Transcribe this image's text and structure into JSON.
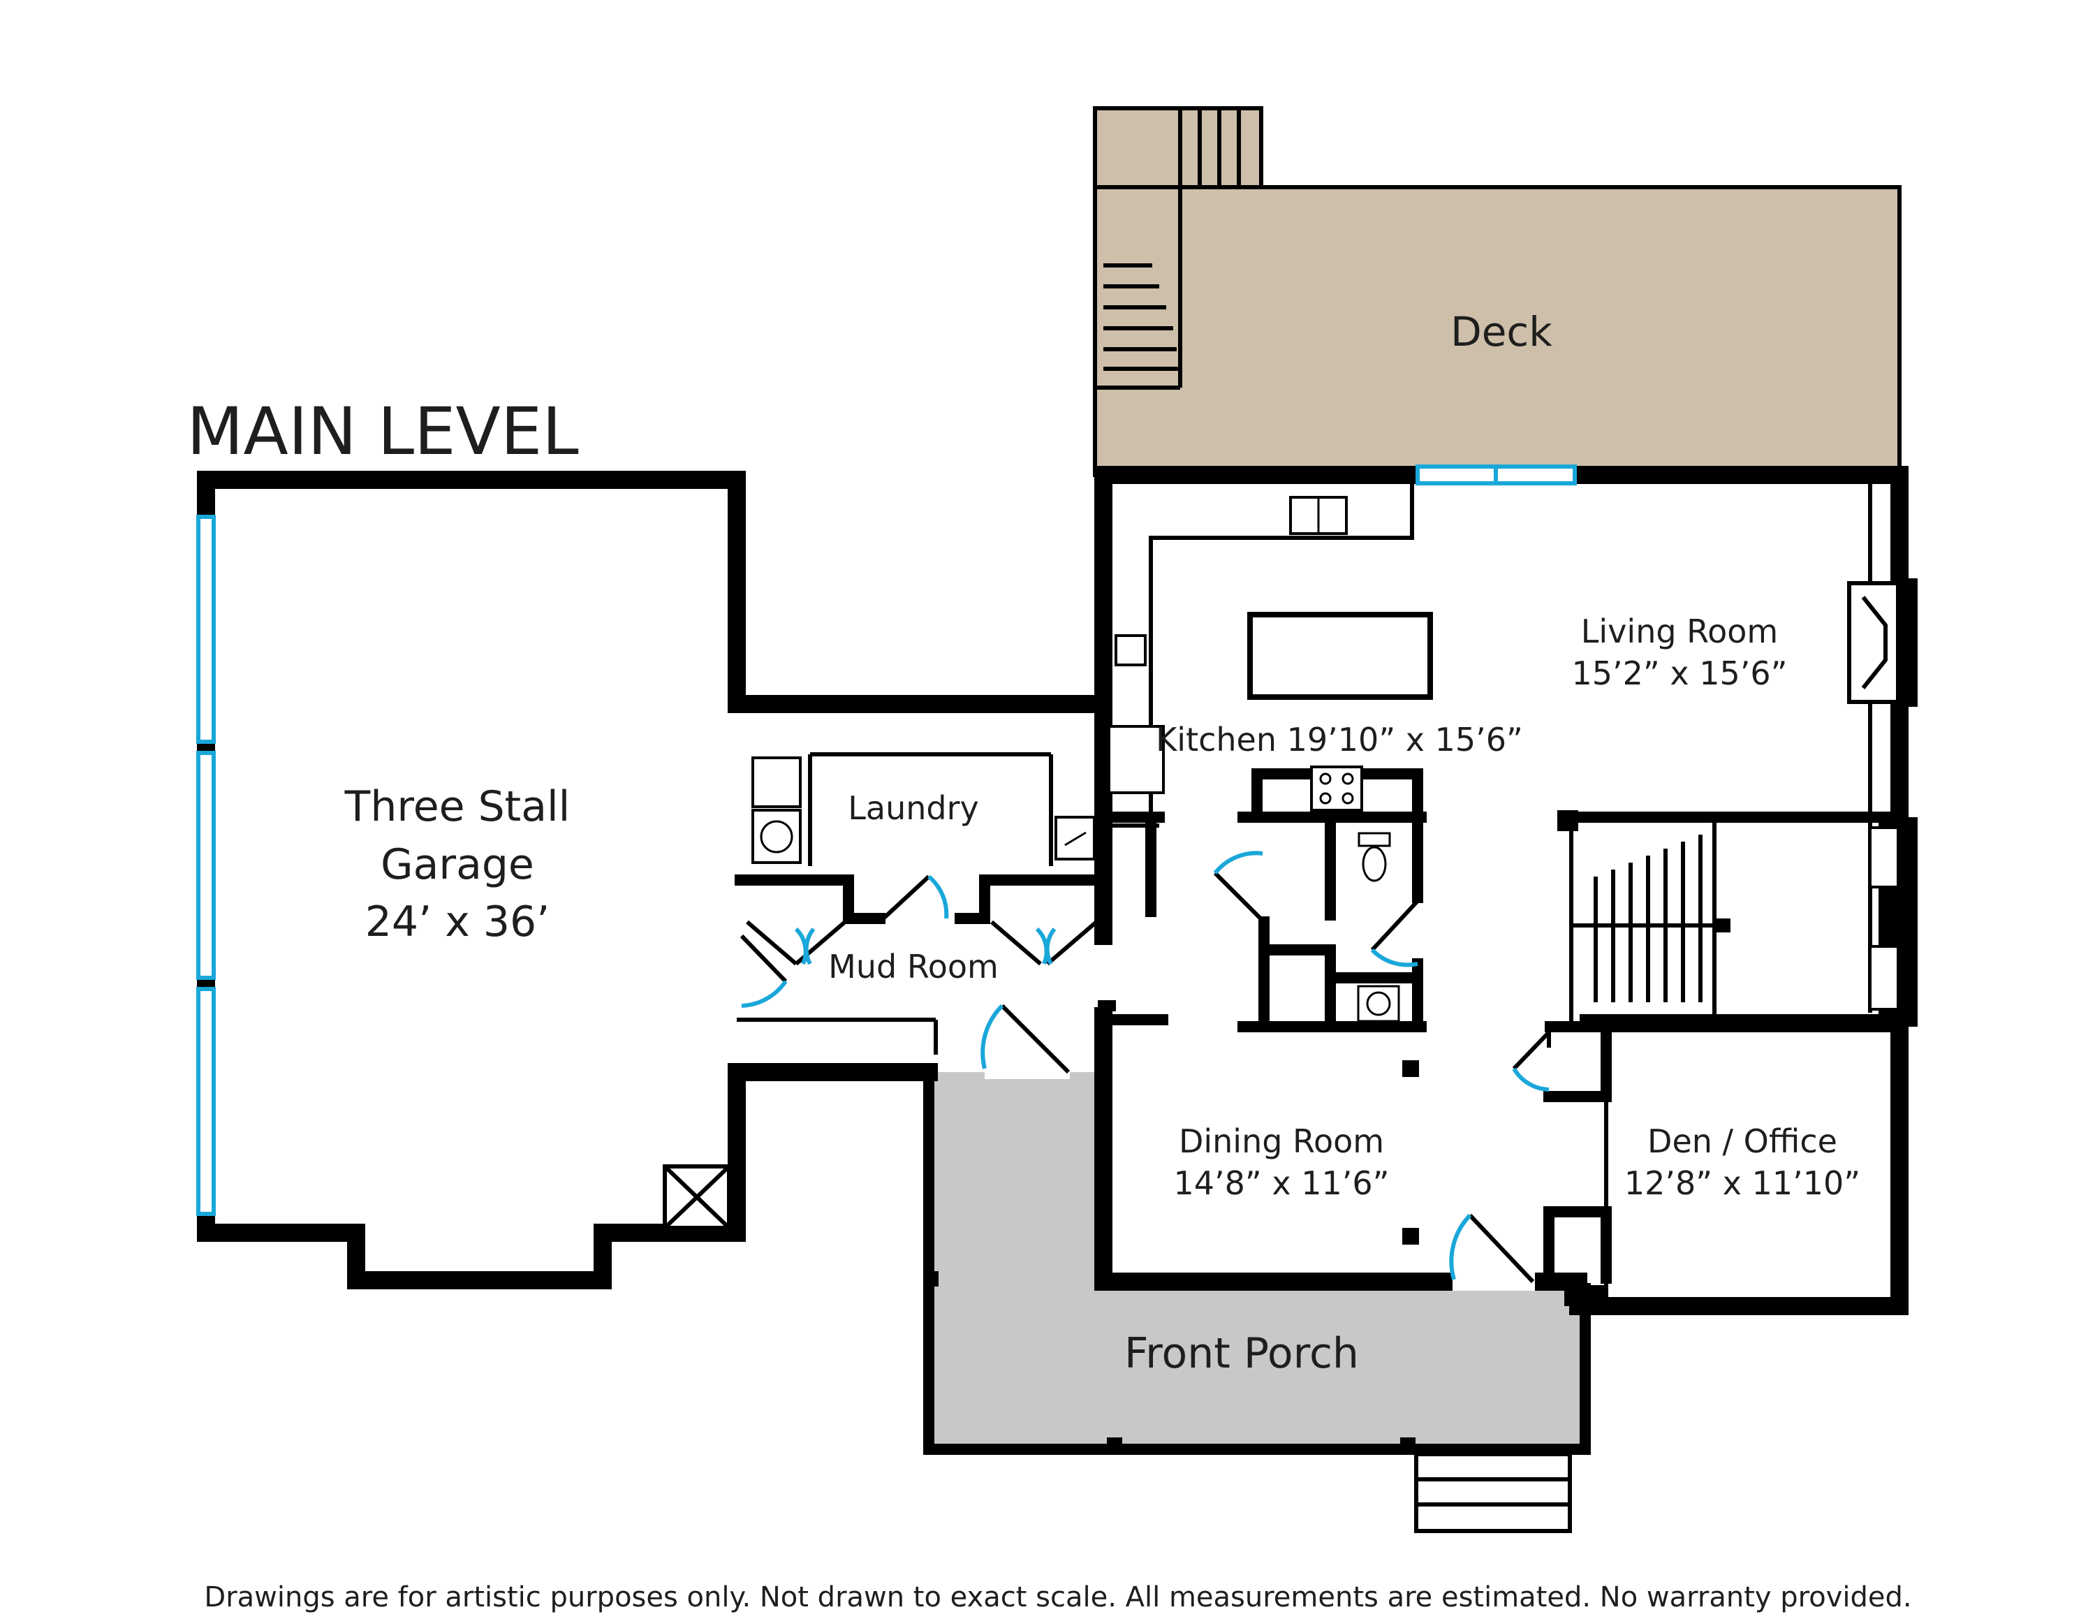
{
  "title": "MAIN LEVEL",
  "rooms": {
    "deck": {
      "name": "Deck"
    },
    "living_room": {
      "name": "Living Room",
      "size": "15’2” x 15’6”"
    },
    "kitchen": {
      "name": "Kitchen 19’10” x 15’6”"
    },
    "garage": {
      "line1": "Three Stall",
      "line2": "Garage",
      "size": "24’ x 36’"
    },
    "laundry": {
      "name": "Laundry"
    },
    "mud_room": {
      "name": "Mud Room"
    },
    "dining_room": {
      "name": "Dining Room",
      "size": "14’8” x 11’6”"
    },
    "den_office": {
      "name": "Den / Office",
      "size": "12’8” x 11’10”"
    },
    "front_porch": {
      "name": "Front Porch"
    }
  },
  "disclaimer": "Drawings are for artistic purposes only. Not drawn to exact scale. All measurements are estimated. No warranty provided.",
  "colors": {
    "deck_fill": "#cdbfaa",
    "porch_fill": "#c8c8c8",
    "wall": "#000000",
    "window_door_accent": "#1aa7d9"
  }
}
